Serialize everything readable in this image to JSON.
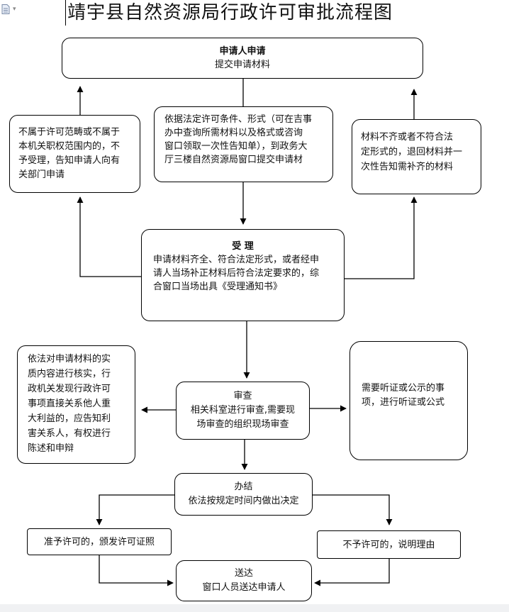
{
  "title": "靖宇县自然资源局行政许可审批流程图",
  "icons": {
    "document": "document-icon",
    "caret": "caret-down-icon"
  },
  "nodes": {
    "apply": {
      "heading": "申请人申请",
      "text": "提交申请材料"
    },
    "basis": {
      "lines": [
        "依据法定许可条件、形式（可在吉事",
        "办中查询所需材料以及格式或咨询",
        "窗口领取一次性告知单），到政务大",
        "厅三楼自然资源局窗口提交申请材"
      ]
    },
    "not_in_scope": {
      "lines": [
        "不属于许可范畴或不属于",
        "本机关职权范围内的，不",
        "予受理，告知申请人向有",
        "关部门申请"
      ]
    },
    "incomplete": {
      "lines": [
        "材料不齐或者不符合法",
        "定形式的，退回材料并一",
        "次性告知需补齐的材料"
      ]
    },
    "accept": {
      "heading": "受 理",
      "lines": [
        "申请材料齐全、符合法定形式，或者经申",
        "请人当场补正材料后符合法定要求的，综",
        "合窗口当场出具《受理通知书》"
      ]
    },
    "review": {
      "heading": "审查",
      "lines": [
        "相关科室进行审查,需要现",
        "场审查的组织现场审查"
      ]
    },
    "verify": {
      "lines": [
        "依法对申请材料的实",
        "质内容进行核实，行",
        "政机关发现行政许可",
        "事项直接关系他人重",
        "大利益的，应告知利",
        "害关系人，有权进行",
        "陈述和申辩"
      ]
    },
    "hearing": {
      "lines": [
        "需要听证或公示的事",
        "项，进行听证或公式"
      ]
    },
    "conclude": {
      "heading": "办结",
      "text": "依法按规定时间内做出决定"
    },
    "grant": {
      "text": "准予许可的，颁发许可证照"
    },
    "deny": {
      "text": "不予许可的，说明理由"
    },
    "deliver": {
      "heading": "送达",
      "text": "窗口人员送达申请人"
    }
  }
}
